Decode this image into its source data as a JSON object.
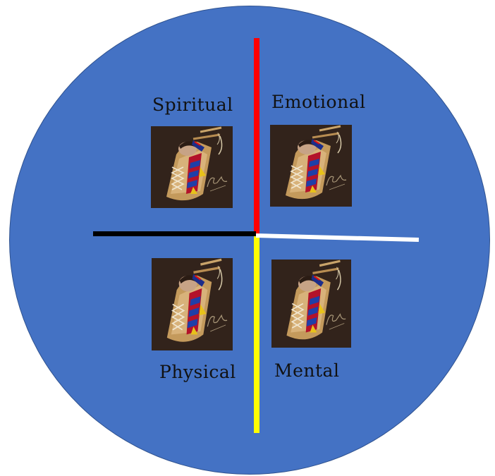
{
  "quadrants": {
    "spiritual": {
      "label": "Spiritual",
      "picture": "cradleboard-baby-painting"
    },
    "emotional": {
      "label": "Emotional",
      "picture": "cradleboard-baby-painting"
    },
    "physical": {
      "label": "Physical",
      "picture": "cradleboard-baby-painting"
    },
    "mental": {
      "label": "Mental",
      "picture": "cradleboard-baby-painting"
    }
  },
  "colors": {
    "circle": "#4472c4",
    "north_axis": "#ff0000",
    "south_axis": "#ffff00",
    "west_axis": "#000000",
    "east_axis": "#ffffff"
  }
}
